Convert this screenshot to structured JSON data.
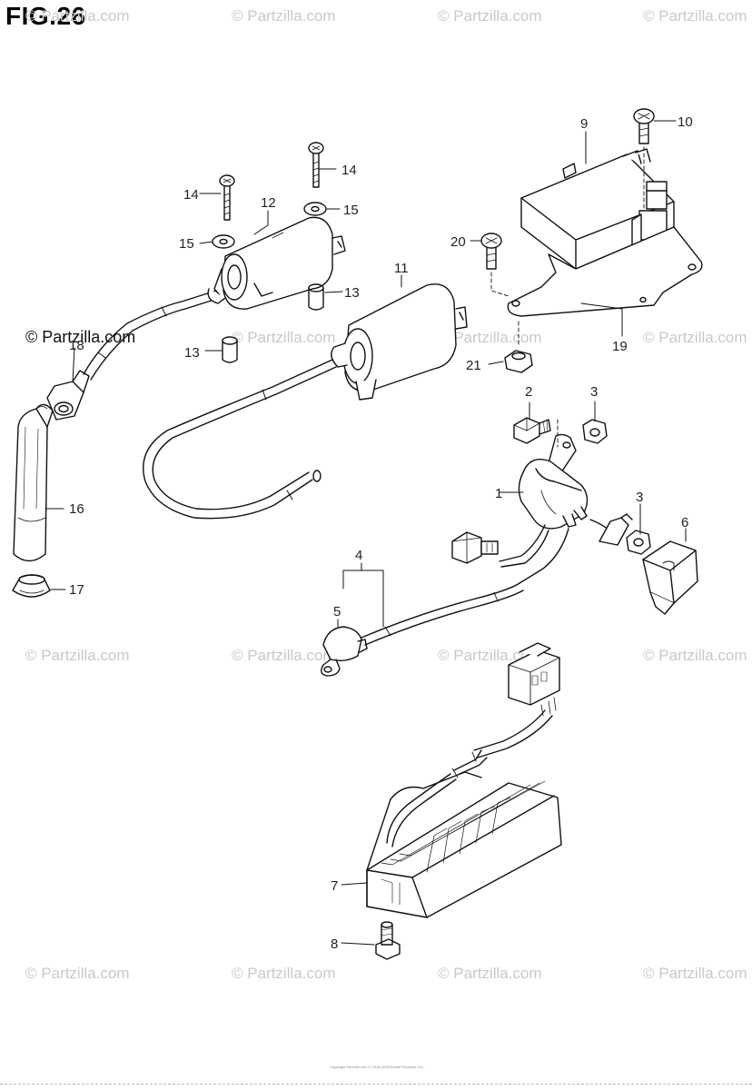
{
  "figure": {
    "title": "FIG.26"
  },
  "watermark": {
    "text": "© Partzilla.com",
    "featured_text": "© Partzilla.com"
  },
  "copyright_note": "Copyright Partzilla.com © 2016-2018 Sneak Products, Inc.",
  "callouts": {
    "n1": "1",
    "n2": "2",
    "n3a": "3",
    "n3b": "3",
    "n4": "4",
    "n5": "5",
    "n6": "6",
    "n7": "7",
    "n8": "8",
    "n9": "9",
    "n10": "10",
    "n11": "11",
    "n12": "12",
    "n13a": "13",
    "n13b": "13",
    "n14a": "14",
    "n14b": "14",
    "n15a": "15",
    "n15b": "15",
    "n16": "16",
    "n17": "17",
    "n18": "18",
    "n19": "19",
    "n20": "20",
    "n21": "21"
  }
}
